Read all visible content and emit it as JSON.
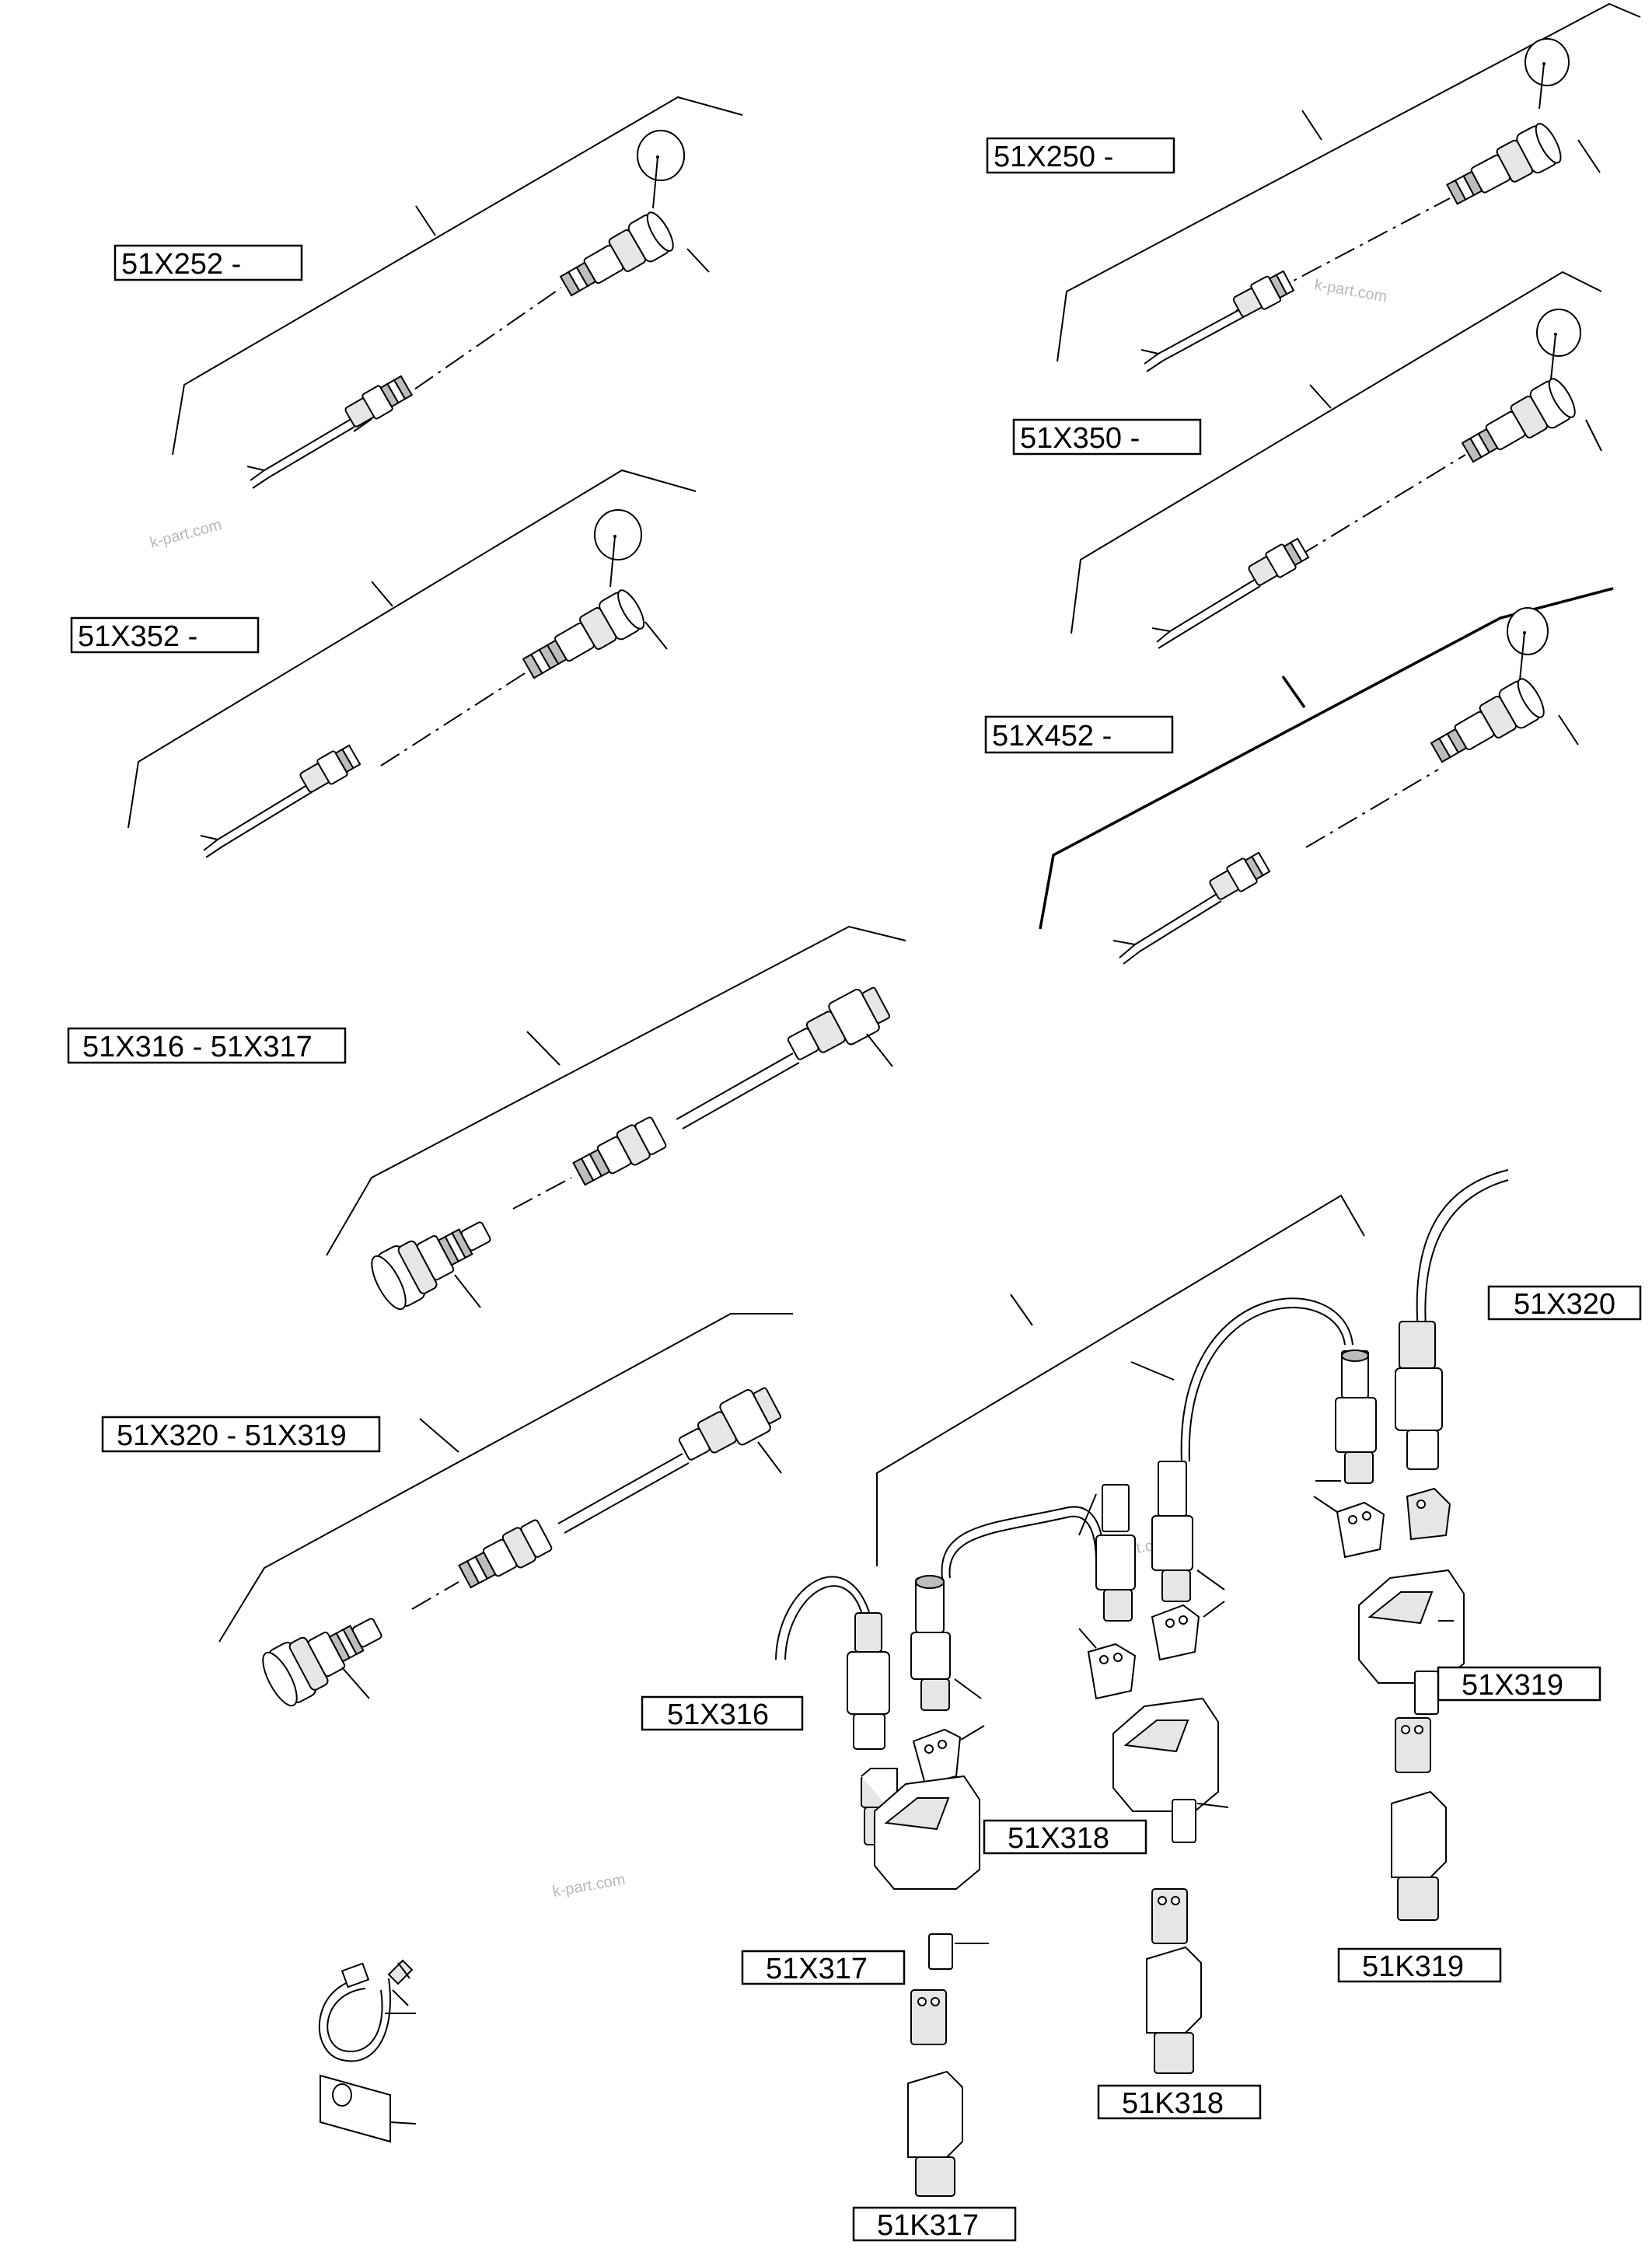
{
  "labels": {
    "x252": "51X252 -",
    "x250": "51X250 -",
    "x350": "51X350 -",
    "x352": "51X352 -",
    "x452": "51X452 -",
    "x316_x317": "51X316 - 51X317",
    "x320_x319": "51X320 - 51X319",
    "x320": "51X320",
    "x316": "51X316",
    "x319": "51X319",
    "x318": "51X318",
    "x317": "51X317",
    "k319": "51K319",
    "k318": "51K318",
    "k317": "51K317"
  },
  "watermarks": [
    "k-part.com",
    "k-part.com",
    "k-part.com",
    "k-part.com"
  ],
  "colors": {
    "line": "#000000",
    "background": "#ffffff",
    "watermark": "#b8b8b8"
  }
}
